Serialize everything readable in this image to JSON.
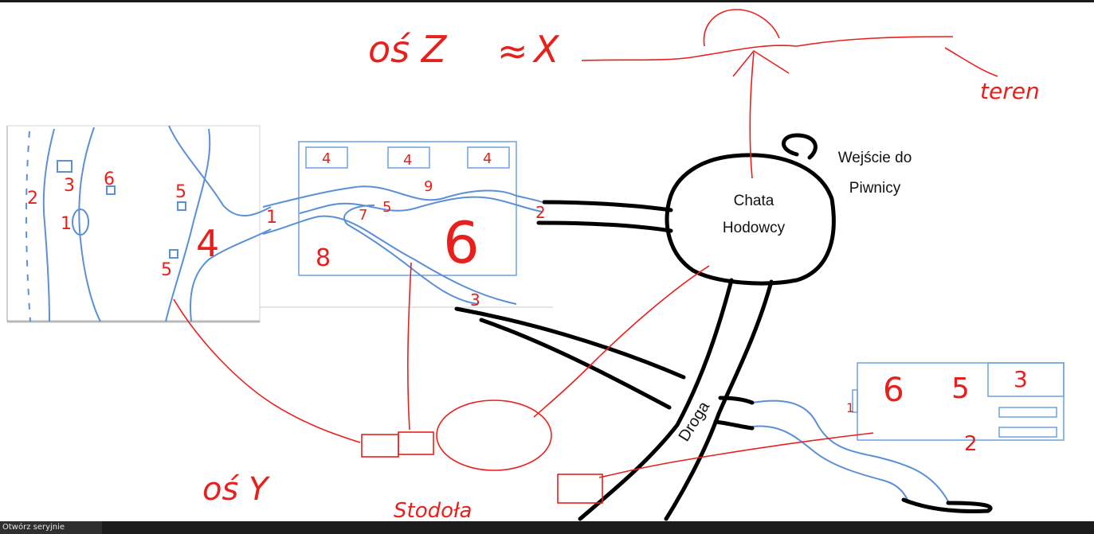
{
  "labels": {
    "axis_z": "oś Z",
    "approx": "≈",
    "axis_x": "X",
    "terrain": "teren",
    "axis_y": "oś Y",
    "stodola": "Stodoła",
    "cellar_line1": "Wejście do",
    "cellar_line2": "Piwnicy",
    "hut_line1": "Chata",
    "hut_line2": "Hodowcy",
    "road": "Droga"
  },
  "left_map_numbers": [
    "2",
    "3",
    "6",
    "1",
    "5",
    "5",
    "4",
    "1"
  ],
  "center_map_numbers": [
    "4",
    "4",
    "4",
    "9",
    "7",
    "5",
    "6",
    "8",
    "2",
    "3"
  ],
  "right_map_numbers": [
    "1",
    "6",
    "5",
    "3",
    "2"
  ],
  "status": {
    "text": "Otwórz seryjnie"
  },
  "colors": {
    "annotation": "#e8201c",
    "river": "#5b8fd6",
    "ink": "#000000"
  }
}
